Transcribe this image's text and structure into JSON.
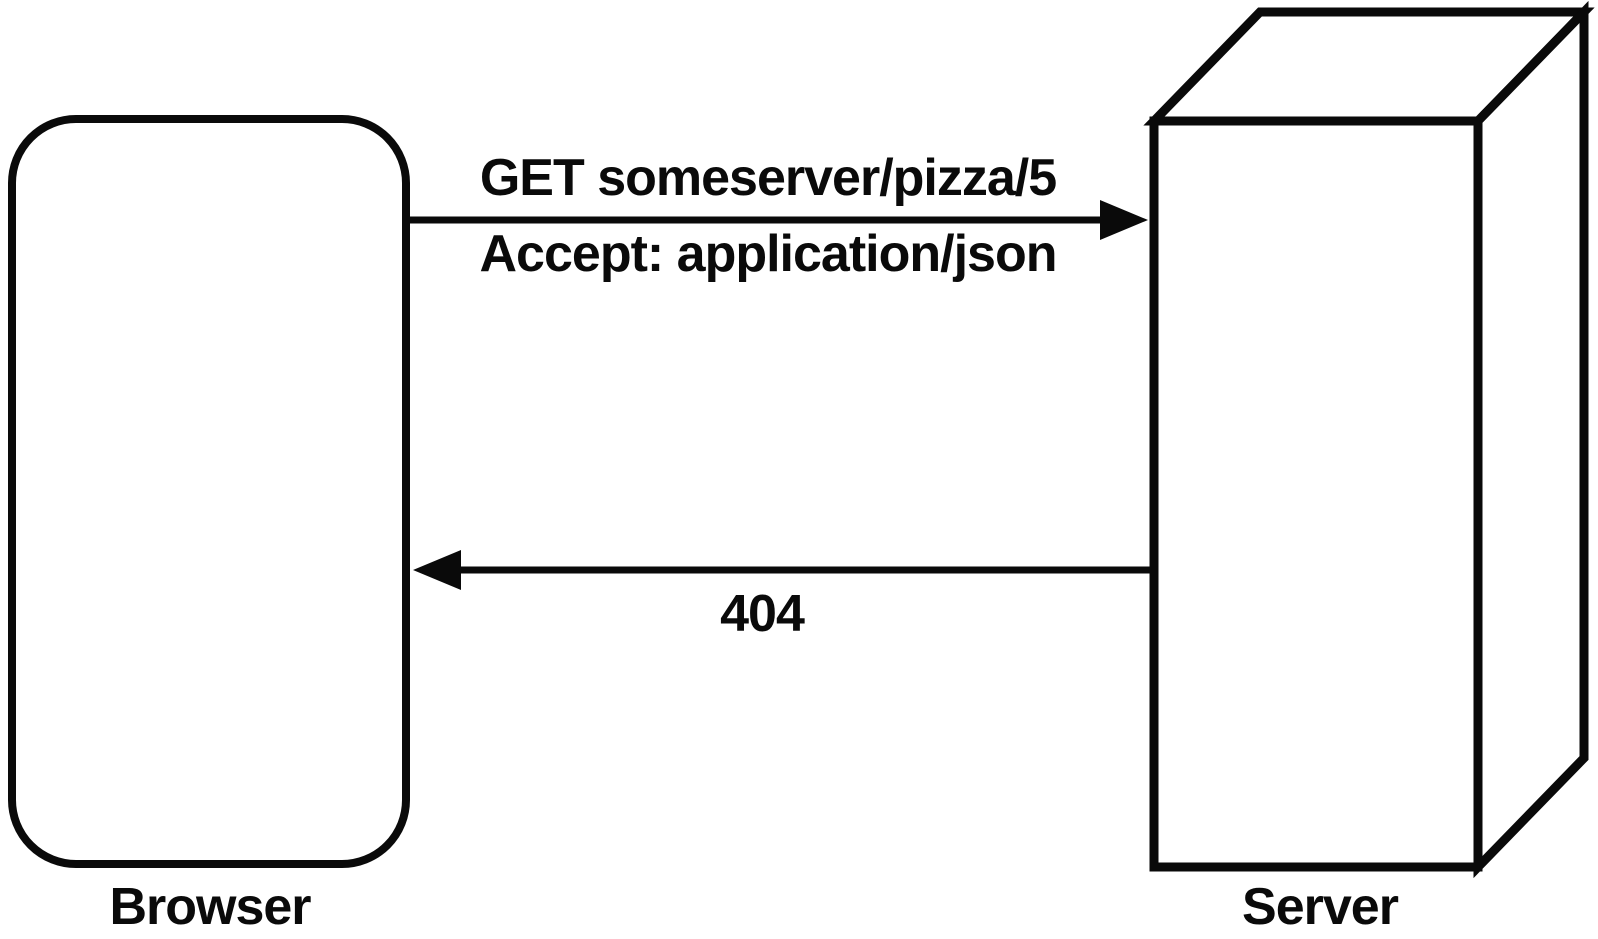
{
  "canvas": {
    "background": "#ffffff",
    "ink": "#0a0a0a"
  },
  "nodes": {
    "browser": {
      "label": "Browser",
      "shape": "rounded-rectangle"
    },
    "server": {
      "label": "Server",
      "shape": "3d-box"
    }
  },
  "messages": {
    "request": {
      "direction": "browser-to-server",
      "line1": "GET someserver/pizza/5",
      "line2": "Accept: application/json"
    },
    "response": {
      "direction": "server-to-browser",
      "code": "404"
    }
  }
}
